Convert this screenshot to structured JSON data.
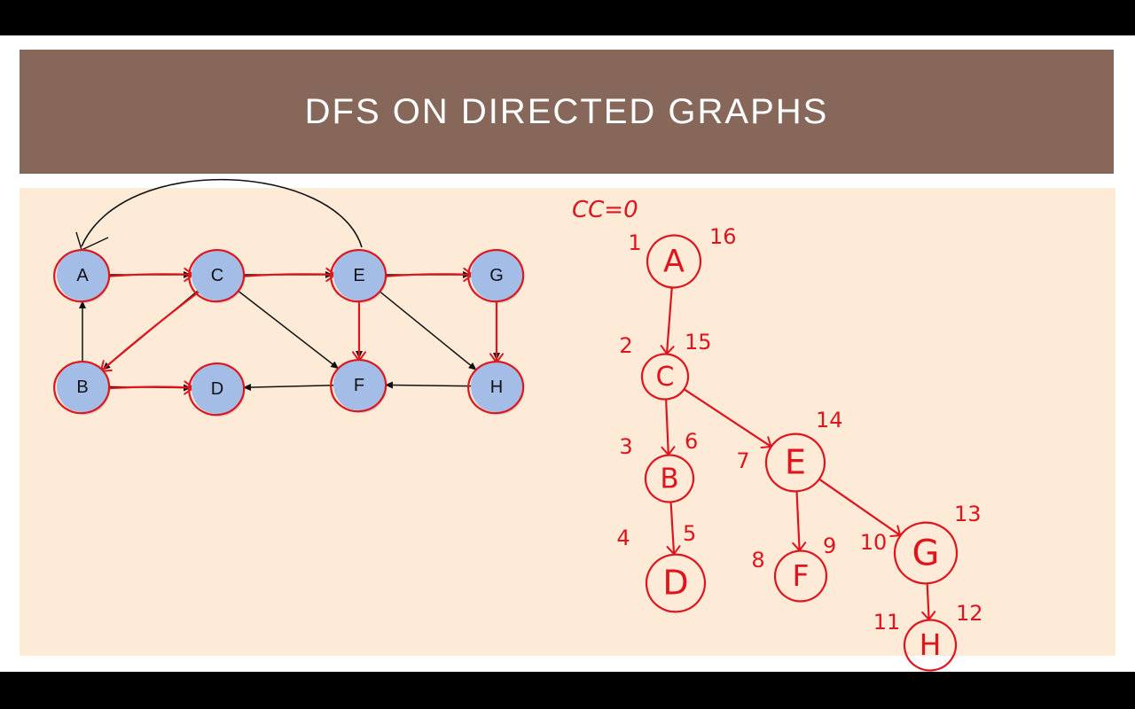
{
  "title": "DFS ON DIRECTED GRAPHS",
  "colors": {
    "title_bar": "#86675a",
    "content_bg": "#fdebd8",
    "node_fill": "#a4bde6",
    "ink_red": "#e0141c",
    "ink_black": "#111111"
  },
  "graph": {
    "nodes": [
      {
        "id": "A",
        "label": "A"
      },
      {
        "id": "C",
        "label": "C"
      },
      {
        "id": "E",
        "label": "E"
      },
      {
        "id": "G",
        "label": "G"
      },
      {
        "id": "B",
        "label": "B"
      },
      {
        "id": "D",
        "label": "D"
      },
      {
        "id": "F",
        "label": "F"
      },
      {
        "id": "H",
        "label": "H"
      }
    ],
    "edges": [
      {
        "from": "A",
        "to": "C",
        "traversed": true
      },
      {
        "from": "C",
        "to": "E",
        "traversed": true
      },
      {
        "from": "E",
        "to": "G",
        "traversed": true
      },
      {
        "from": "B",
        "to": "A",
        "traversed": false
      },
      {
        "from": "C",
        "to": "B",
        "traversed": true
      },
      {
        "from": "C",
        "to": "F",
        "traversed": false
      },
      {
        "from": "E",
        "to": "F",
        "traversed": true
      },
      {
        "from": "E",
        "to": "H",
        "traversed": false
      },
      {
        "from": "G",
        "to": "H",
        "traversed": true
      },
      {
        "from": "B",
        "to": "D",
        "traversed": true
      },
      {
        "from": "F",
        "to": "D",
        "traversed": false
      },
      {
        "from": "H",
        "to": "F",
        "traversed": false
      },
      {
        "from": "E",
        "to": "A",
        "traversed": false
      }
    ]
  },
  "annotations": {
    "cc_label": "CC=0"
  },
  "dfs_tree": {
    "nodes": [
      {
        "id": "A",
        "label": "A",
        "pre": "1",
        "post": "16"
      },
      {
        "id": "C",
        "label": "C",
        "pre": "2",
        "post": "15"
      },
      {
        "id": "B",
        "label": "B",
        "pre": "3",
        "post": "6"
      },
      {
        "id": "D",
        "label": "D",
        "pre": "4",
        "post": "5"
      },
      {
        "id": "E",
        "label": "E",
        "pre": "7",
        "post": "14"
      },
      {
        "id": "F",
        "label": "F",
        "pre": "8",
        "post": "9"
      },
      {
        "id": "G",
        "label": "G",
        "pre": "10",
        "post": "13"
      },
      {
        "id": "H",
        "label": "H",
        "pre": "11",
        "post": "12"
      }
    ],
    "edges": [
      {
        "from": "A",
        "to": "C"
      },
      {
        "from": "C",
        "to": "B"
      },
      {
        "from": "B",
        "to": "D"
      },
      {
        "from": "C",
        "to": "E"
      },
      {
        "from": "E",
        "to": "F"
      },
      {
        "from": "E",
        "to": "G"
      },
      {
        "from": "G",
        "to": "H"
      }
    ]
  }
}
